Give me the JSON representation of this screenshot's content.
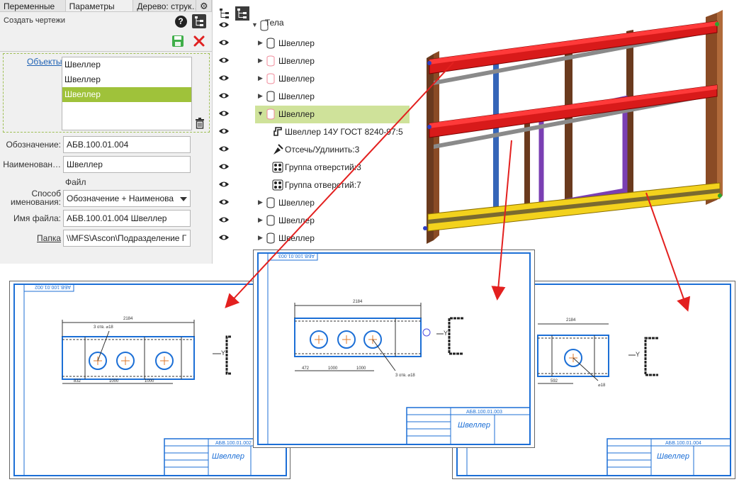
{
  "panel": {
    "tabs": [
      {
        "label": "Переменные"
      },
      {
        "label": "Параметры"
      },
      {
        "label": "Дерево: струк…"
      }
    ],
    "caption": "Создать чертежи",
    "help_label": "?",
    "objects_label": "Объекты",
    "objects": [
      "Швеллер",
      "Швеллер",
      "Швеллер"
    ],
    "selected_object_index": 2,
    "designation_label": "Обозначение:",
    "designation_value": "АБВ.100.01.004",
    "name_label": "Наименован…",
    "name_value": "Швеллер",
    "file_heading": "Файл",
    "naming_method_label_1": "Способ",
    "naming_method_label_2": "именования:",
    "naming_method_value": "Обозначение + Наименова",
    "filename_label": "Имя файла:",
    "filename_value": "АБВ.100.01.004 Швеллер",
    "folder_label": "Папка",
    "folder_value": "\\\\MFS\\Ascon\\Подразделение Г"
  },
  "tree": {
    "root_label": "Тела",
    "rows": [
      {
        "label": "Швеллер",
        "icon": "body-icon",
        "indent": 1,
        "expander": "collapsed",
        "selected": false
      },
      {
        "label": "Швеллер",
        "icon": "body-pink-icon",
        "indent": 1,
        "expander": "collapsed",
        "selected": false
      },
      {
        "label": "Швеллер",
        "icon": "body-pink-icon",
        "indent": 1,
        "expander": "collapsed",
        "selected": false
      },
      {
        "label": "Швеллер",
        "icon": "body-icon",
        "indent": 1,
        "expander": "collapsed",
        "selected": false
      },
      {
        "label": "Швеллер",
        "icon": "body-pink-icon",
        "indent": 1,
        "expander": "expanded",
        "selected": true
      },
      {
        "label": "Швеллер 14У ГОСТ 8240-97:5",
        "icon": "profile-icon",
        "indent": 2,
        "expander": "none",
        "selected": false
      },
      {
        "label": "Отсечь/Удлинить:3",
        "icon": "trim-icon",
        "indent": 2,
        "expander": "none",
        "selected": false
      },
      {
        "label": "Группа отверстий:3",
        "icon": "holes-icon",
        "indent": 2,
        "expander": "none",
        "selected": false
      },
      {
        "label": "Группа отверстий:7",
        "icon": "holes-icon",
        "indent": 2,
        "expander": "none",
        "selected": false
      },
      {
        "label": "Швеллер",
        "icon": "body-icon",
        "indent": 1,
        "expander": "collapsed",
        "selected": false
      },
      {
        "label": "Швеллер",
        "icon": "body-icon",
        "indent": 1,
        "expander": "collapsed",
        "selected": false
      },
      {
        "label": "Швеллер",
        "icon": "body-icon",
        "indent": 1,
        "expander": "collapsed",
        "selected": false
      }
    ]
  },
  "drawings": [
    {
      "stamp_code": "АБВ.100.01.002",
      "title": "Швеллер",
      "dim_total": "2184",
      "dims": [
        "832",
        "1000",
        "1000"
      ],
      "hole_note": "3 отв. ⌀18",
      "axis": "Y"
    },
    {
      "stamp_code": "АБВ.100.01.003",
      "title": "Швеллер",
      "dim_total": "2184",
      "dims": [
        "472",
        "1000",
        "1000"
      ],
      "hole_note": "3 отв. ⌀18",
      "axis": "Y"
    },
    {
      "stamp_code": "АБВ.100.01.004",
      "title": "Швеллер",
      "dim_total": "2184",
      "dims": [
        "592"
      ],
      "hole_note": "⌀18",
      "axis": "Y"
    }
  ],
  "colors": {
    "selection_green": "#9fc23a",
    "tree_selection": "#cfe29a",
    "link_blue": "#1f62b4",
    "frame_red": "#d81a1a",
    "frame_yellow": "#f3d21d",
    "drawing_blue": "#1c6fd6",
    "arrow_red": "#e3201f"
  }
}
